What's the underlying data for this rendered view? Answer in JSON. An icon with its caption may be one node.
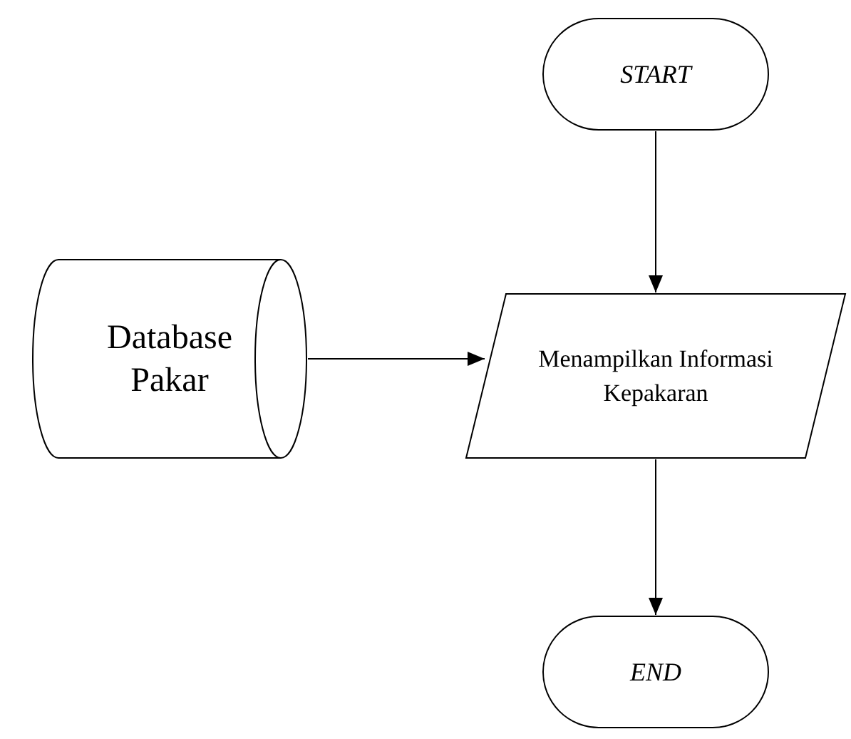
{
  "diagram": {
    "nodes": [
      {
        "text": [
          "START"
        ]
      },
      {
        "text": [
          "Database Pakar"
        ]
      },
      {
        "text": [
          "Menampilkan Informasi Kepakaran"
        ]
      },
      {
        "text": [
          "END"
        ]
      }
    ],
    "edges": [
      {
        "from": 0,
        "to": 2,
        "arrow": "to"
      },
      {
        "from": 1,
        "to": 2,
        "arrow": "to"
      },
      {
        "from": 2,
        "to": 3,
        "arrow": "to"
      }
    ]
  }
}
